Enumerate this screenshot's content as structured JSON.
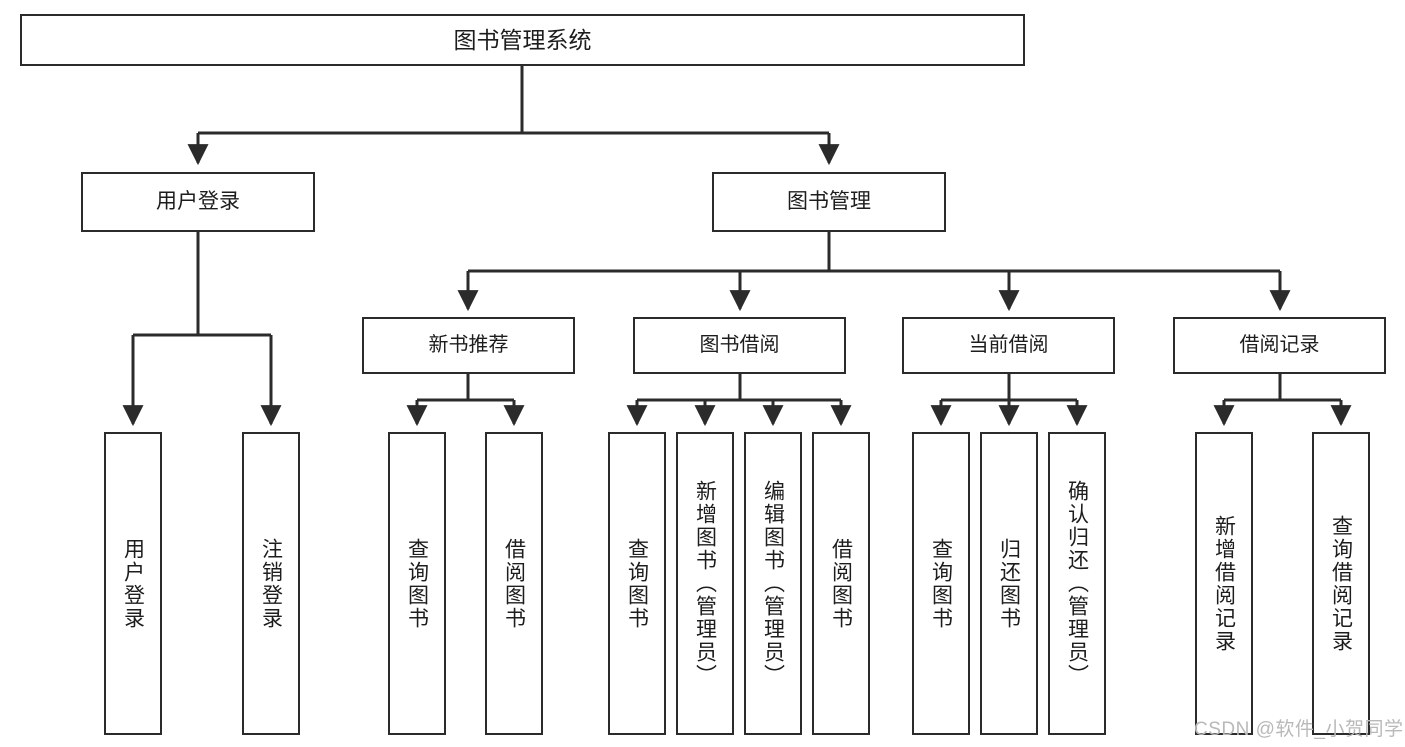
{
  "diagram": {
    "title": "图书管理系统",
    "watermark": "CSDN @软件_小贺同学",
    "root": {
      "label": "图书管理系统"
    },
    "level2": [
      {
        "id": "user-login",
        "label": "用户登录"
      },
      {
        "id": "book-management",
        "label": "图书管理"
      }
    ],
    "level3": [
      {
        "id": "new-book-recommend",
        "label": "新书推荐"
      },
      {
        "id": "book-borrow",
        "label": "图书借阅"
      },
      {
        "id": "current-borrow",
        "label": "当前借阅"
      },
      {
        "id": "borrow-record",
        "label": "借阅记录"
      }
    ],
    "leaves": {
      "user_login": [
        {
          "id": "leaf-user-login",
          "label": "用户登录"
        },
        {
          "id": "leaf-logout-login",
          "label": "注销登录"
        }
      ],
      "new_book_recommend": [
        {
          "id": "leaf-query-book-1",
          "label": "查询图书"
        },
        {
          "id": "leaf-borrow-book-1",
          "label": "借阅图书"
        }
      ],
      "book_borrow": [
        {
          "id": "leaf-query-book-2",
          "label": "查询图书"
        },
        {
          "id": "leaf-add-book",
          "label": "新增图书（管理员）"
        },
        {
          "id": "leaf-edit-book",
          "label": "编辑图书（管理员）"
        },
        {
          "id": "leaf-borrow-book-2",
          "label": "借阅图书"
        }
      ],
      "current_borrow": [
        {
          "id": "leaf-query-book-3",
          "label": "查询图书"
        },
        {
          "id": "leaf-return-book",
          "label": "归还图书"
        },
        {
          "id": "leaf-confirm-return",
          "label": "确认归还（管理员）"
        }
      ],
      "borrow_record": [
        {
          "id": "leaf-add-record",
          "label": "新增借阅记录"
        },
        {
          "id": "leaf-query-record",
          "label": "查询借阅记录"
        }
      ]
    },
    "colors": {
      "stroke": "#2b2b2b",
      "background": "#ffffff",
      "text": "#1d1d1d",
      "watermark": "#b9b9b9"
    }
  }
}
